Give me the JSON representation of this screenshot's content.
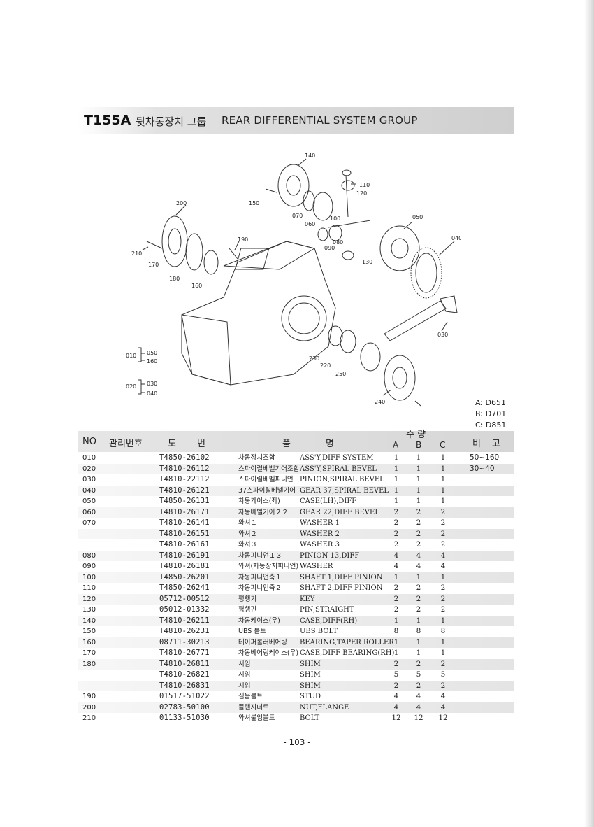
{
  "header": {
    "code": "T155A",
    "title_kr": "뒷차동장치 그룹",
    "title_en": "REAR DIFFERENTIAL SYSTEM GROUP"
  },
  "diagram": {
    "callouts": {
      "c140": "140",
      "c110": "110",
      "c120": "120",
      "c150": "150",
      "c200": "200",
      "c070": "070",
      "c100": "100",
      "c060": "060",
      "c050": "050",
      "c040": "040",
      "c080": "080",
      "c090": "090",
      "c130": "130",
      "c190": "190",
      "c210": "210",
      "c170": "170",
      "c180": "180",
      "c160": "160",
      "c030": "030",
      "c230": "230",
      "c220": "220",
      "c250": "250",
      "c240": "240"
    },
    "legend": {
      "a_no": "010",
      "a_1": "050",
      "a_2": "160",
      "b_no": "020",
      "b_1": "030",
      "b_2": "040"
    }
  },
  "models": [
    "A: D651",
    "B: D701",
    "C: D851"
  ],
  "table": {
    "headers": {
      "no": "NO",
      "mgmt": "관리번호",
      "drawing_1": "도",
      "drawing_2": "번",
      "name_1": "품",
      "name_2": "명",
      "qty": "수 량",
      "a": "A",
      "b": "B",
      "c": "C",
      "remarks_1": "비",
      "remarks_2": "고"
    },
    "rows": [
      {
        "no": "010",
        "pn": "T4850-26102",
        "kr": "차동장치조합",
        "en": "ASS'Y,DIFF SYSTEM",
        "a": "1",
        "b": "1",
        "c": "1",
        "rm": "50~160"
      },
      {
        "no": "020",
        "pn": "T4810-26112",
        "kr": "스파이럴베벨기어조합",
        "en": "ASS'Y,SPIRAL BEVEL",
        "a": "1",
        "b": "1",
        "c": "1",
        "rm": "30~40"
      },
      {
        "no": "030",
        "pn": "T4810-22112",
        "kr": "스파이럴베벨피니언",
        "en": "PINION,SPIRAL BEVEL",
        "a": "1",
        "b": "1",
        "c": "1",
        "rm": ""
      },
      {
        "no": "040",
        "pn": "T4810-26121",
        "kr": "37스파이럴베벨기어",
        "en": "GEAR 37,SPIRAL BEVEL",
        "a": "1",
        "b": "1",
        "c": "1",
        "rm": ""
      },
      {
        "no": "050",
        "pn": "T4850-26131",
        "kr": "차동케이스(좌)",
        "en": "CASE(LH),DIFF",
        "a": "1",
        "b": "1",
        "c": "1",
        "rm": ""
      },
      {
        "no": "060",
        "pn": "T4810-26171",
        "kr": "차동베벨기어２２",
        "en": "GEAR 22,DIFF BEVEL",
        "a": "2",
        "b": "2",
        "c": "2",
        "rm": ""
      },
      {
        "no": "070",
        "pn": "T4810-26141",
        "kr": "와셔１",
        "en": "WASHER 1",
        "a": "2",
        "b": "2",
        "c": "2",
        "rm": ""
      },
      {
        "no": "",
        "pn": "T4810-26151",
        "kr": "와셔２",
        "en": "WASHER 2",
        "a": "2",
        "b": "2",
        "c": "2",
        "rm": ""
      },
      {
        "no": "",
        "pn": "T4810-26161",
        "kr": "와셔３",
        "en": "WASHER 3",
        "a": "2",
        "b": "2",
        "c": "2",
        "rm": ""
      },
      {
        "no": "080",
        "pn": "T4810-26191",
        "kr": "차동피니언１３",
        "en": "PINION 13,DIFF",
        "a": "4",
        "b": "4",
        "c": "4",
        "rm": ""
      },
      {
        "no": "090",
        "pn": "T4810-26181",
        "kr": "와셔(차동장치피니언)",
        "en": "WASHER",
        "a": "4",
        "b": "4",
        "c": "4",
        "rm": ""
      },
      {
        "no": "100",
        "pn": "T4850-26201",
        "kr": "차동피니언축１",
        "en": "SHAFT 1,DIFF PINION",
        "a": "1",
        "b": "1",
        "c": "1",
        "rm": ""
      },
      {
        "no": "110",
        "pn": "T4850-26241",
        "kr": "차동피니언축２",
        "en": "SHAFT 2,DIFF PINION",
        "a": "2",
        "b": "2",
        "c": "2",
        "rm": ""
      },
      {
        "no": "120",
        "pn": "05712-00512",
        "kr": "평행키",
        "en": "KEY",
        "a": "2",
        "b": "2",
        "c": "2",
        "rm": ""
      },
      {
        "no": "130",
        "pn": "05012-01332",
        "kr": "평행핀",
        "en": "PIN,STRAIGHT",
        "a": "2",
        "b": "2",
        "c": "2",
        "rm": ""
      },
      {
        "no": "140",
        "pn": "T4810-26211",
        "kr": "차동케이스(우)",
        "en": "CASE,DIFF(RH)",
        "a": "1",
        "b": "1",
        "c": "1",
        "rm": ""
      },
      {
        "no": "150",
        "pn": "T4810-26231",
        "kr": "UBS 볼트",
        "en": "UBS BOLT",
        "a": "8",
        "b": "8",
        "c": "8",
        "rm": ""
      },
      {
        "no": "160",
        "pn": "08711-30213",
        "kr": "테이퍼롤러베어링",
        "en": "BEARING,TAPER ROLLER",
        "a": "1",
        "b": "1",
        "c": "1",
        "rm": ""
      },
      {
        "no": "170",
        "pn": "T4810-26771",
        "kr": "차동베어링케이스(우)",
        "en": "CASE,DIFF BEARING(RH)",
        "a": "1",
        "b": "1",
        "c": "1",
        "rm": ""
      },
      {
        "no": "180",
        "pn": "T4810-26811",
        "kr": "시임",
        "en": "SHIM",
        "a": "2",
        "b": "2",
        "c": "2",
        "rm": ""
      },
      {
        "no": "",
        "pn": "T4810-26821",
        "kr": "시임",
        "en": "SHIM",
        "a": "5",
        "b": "5",
        "c": "5",
        "rm": ""
      },
      {
        "no": "",
        "pn": "T4810-26831",
        "kr": "시임",
        "en": "SHIM",
        "a": "2",
        "b": "2",
        "c": "2",
        "rm": ""
      },
      {
        "no": "190",
        "pn": "01517-51022",
        "kr": "심음볼트",
        "en": "STUD",
        "a": "4",
        "b": "4",
        "c": "4",
        "rm": ""
      },
      {
        "no": "200",
        "pn": "02783-50100",
        "kr": "플랜지너트",
        "en": "NUT,FLANGE",
        "a": "4",
        "b": "4",
        "c": "4",
        "rm": ""
      },
      {
        "no": "210",
        "pn": "01133-51030",
        "kr": "와셔붙임볼트",
        "en": "BOLT",
        "a": "12",
        "b": "12",
        "c": "12",
        "rm": ""
      }
    ]
  },
  "footer": {
    "page": "- 103 -"
  }
}
